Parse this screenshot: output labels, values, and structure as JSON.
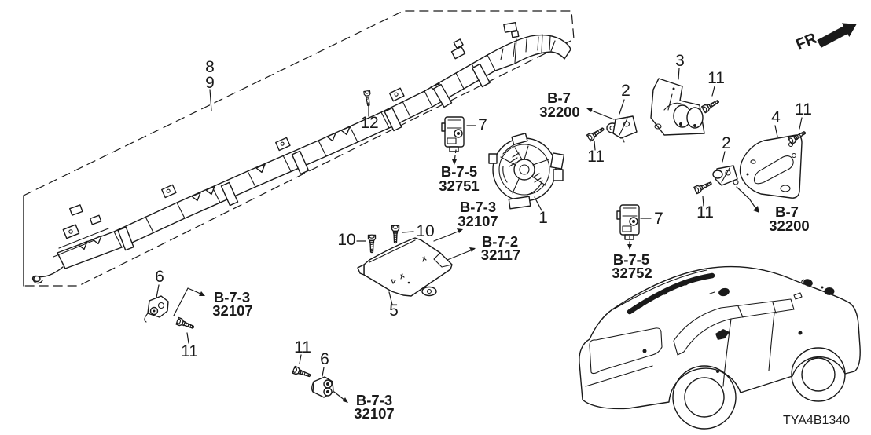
{
  "diagram": {
    "code": "TYA4B1340",
    "direction_label": "FR.",
    "colors": {
      "line": "#1a1a1a",
      "background": "#ffffff"
    }
  },
  "callouts": {
    "1": "1",
    "2": "2",
    "3": "3",
    "4": "4",
    "5": "5",
    "6": "6",
    "7": "7",
    "8": "8",
    "9": "9",
    "10": "10",
    "11": "11",
    "12": "12"
  },
  "references": {
    "b7_32200": {
      "line1": "B-7",
      "line2": "32200"
    },
    "b7_5_32751": {
      "line1": "B-7-5",
      "line2": "32751"
    },
    "b7_5_32752": {
      "line1": "B-7-5",
      "line2": "32752"
    },
    "b7_3_32107": {
      "line1": "B-7-3",
      "line2": "32107"
    },
    "b7_2_32117": {
      "line1": "B-7-2",
      "line2": "32117"
    }
  }
}
